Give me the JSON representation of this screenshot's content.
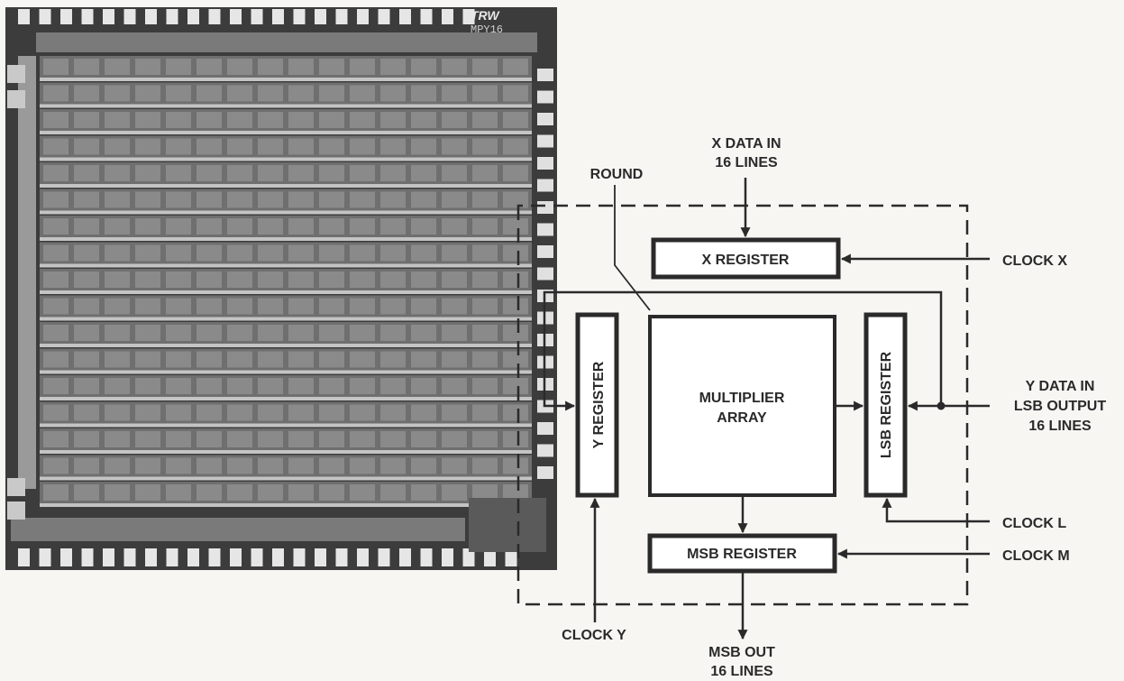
{
  "die": {
    "logo": "TRW",
    "part_number": "MPY16"
  },
  "inputs": {
    "x_data_line1": "X DATA IN",
    "x_data_line2": "16 LINES",
    "round": "ROUND",
    "y_data_line1": "Y DATA IN",
    "y_data_line2": "LSB OUTPUT",
    "y_data_line3": "16 LINES"
  },
  "clocks": {
    "x": "CLOCK X",
    "y": "CLOCK Y",
    "l": "CLOCK L",
    "m": "CLOCK M"
  },
  "blocks": {
    "x_register": "X REGISTER",
    "y_register": "Y REGISTER",
    "lsb_register": "LSB REGISTER",
    "msb_register": "MSB REGISTER",
    "multiplier_line1": "MULTIPLIER",
    "multiplier_line2": "ARRAY"
  },
  "outputs": {
    "msb_out_line1": "MSB OUT",
    "msb_out_line2": "16 LINES"
  }
}
